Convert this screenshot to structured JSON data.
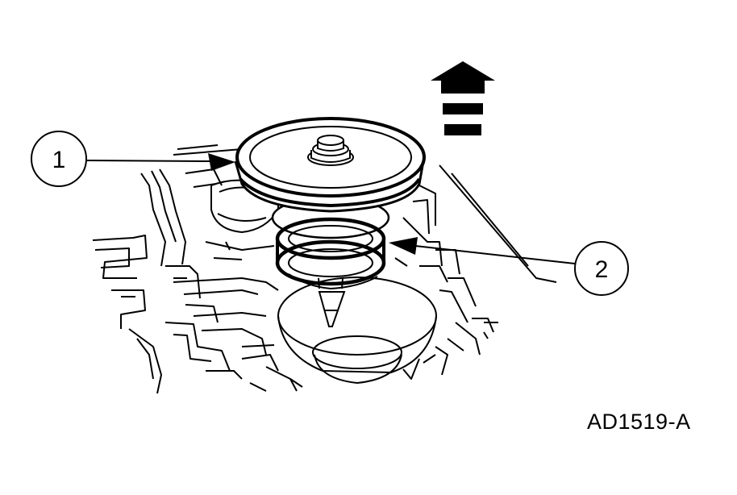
{
  "figure": {
    "id": "AD1519-A",
    "callouts": [
      {
        "number": "1",
        "target": "piston-cover"
      },
      {
        "number": "2",
        "target": "spring"
      }
    ],
    "direction_arrow": "up-arrow-icon"
  },
  "colors": {
    "ink": "#000000",
    "paper": "#ffffff"
  }
}
